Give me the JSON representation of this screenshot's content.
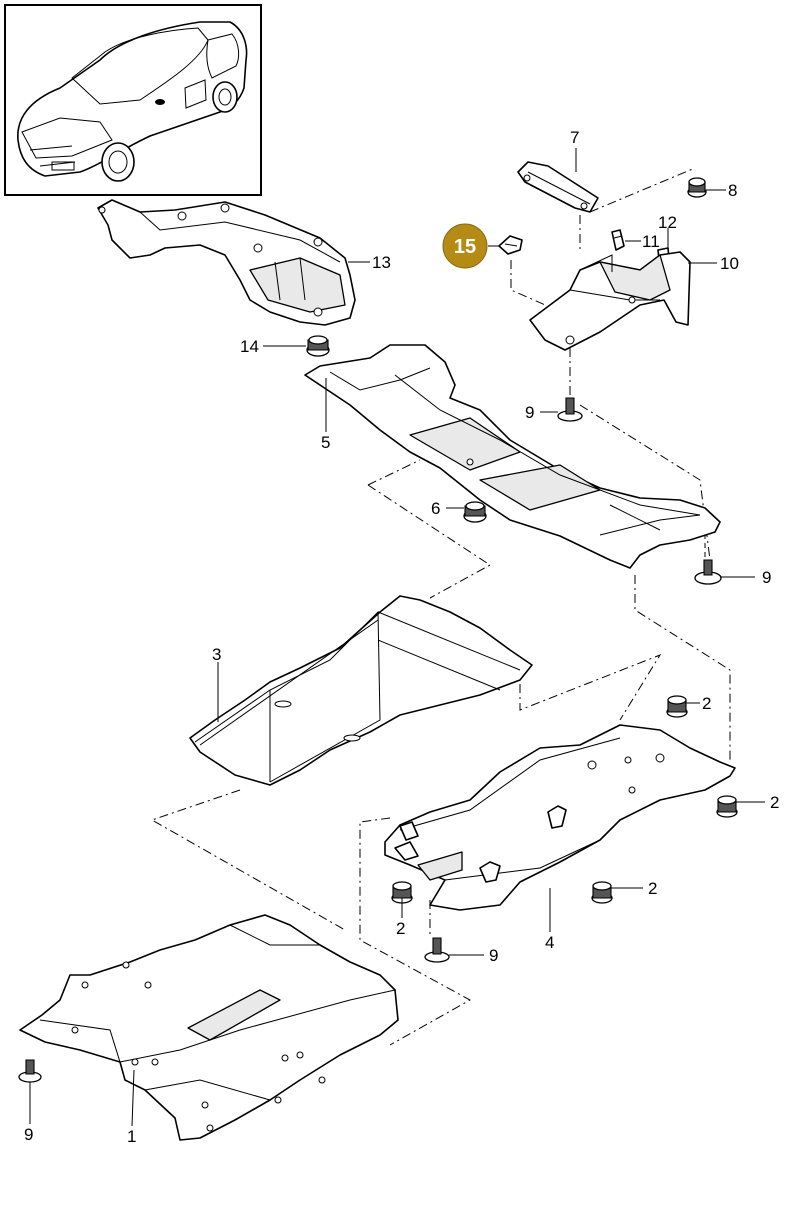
{
  "callouts": {
    "c1": "1",
    "c2a": "2",
    "c2b": "2",
    "c2c": "2",
    "c2d": "2",
    "c3": "3",
    "c4": "4",
    "c5": "5",
    "c6": "6",
    "c7": "7",
    "c8": "8",
    "c9a": "9",
    "c9b": "9",
    "c9c": "9",
    "c9d": "9",
    "c10": "10",
    "c11": "11",
    "c12": "12",
    "c13": "13",
    "c14": "14"
  },
  "badge": {
    "label": "15",
    "color": "#b58a15"
  }
}
